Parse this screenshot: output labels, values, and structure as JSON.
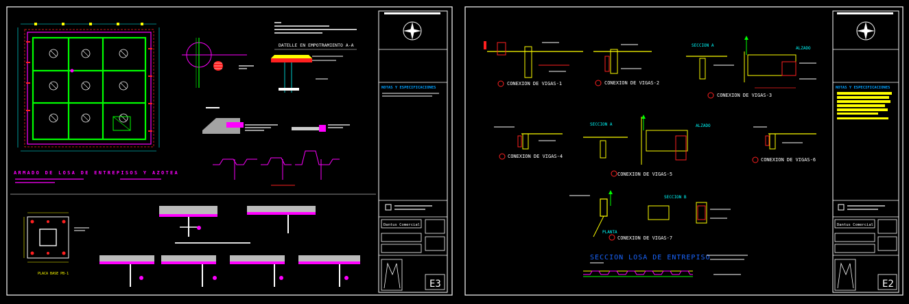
{
  "colors": {
    "background": "#000000",
    "frame": "#ffffff",
    "divider": "#bdbdbd",
    "rebar_red": "#ff2020",
    "slab_magenta": "#ff00ff",
    "beam_green": "#00ff00",
    "concrete_yellow": "#ffff00",
    "dim_cyan": "#00ffff",
    "note_cyan": "#00a0ff",
    "notes_yellow": "#ffff00",
    "label_white": "#ffffff",
    "section_blue": "#1a66ff"
  },
  "sheet_left": {
    "plan_title": "ARMADO DE LOSA DE ENTREPISOS Y AZOTEA",
    "detail_title": "DATELLE EN EMPOTRAMIENTO  A-A",
    "base_plate_title": "PLACA BASE PB-1",
    "title_block": {
      "notes_header": "NOTAS Y ESPECIFICACIONES",
      "client_label": "Dantus Comercial",
      "sheet_code": "E3"
    }
  },
  "sheet_right": {
    "connections": [
      "CONEXION DE VIGAS-1",
      "CONEXION DE VIGAS-2",
      "CONEXION DE VIGAS-3",
      "CONEXION DE VIGAS-4",
      "CONEXION DE VIGAS-5",
      "CONEXION DE VIGAS-6",
      "CONEXION DE VIGAS-7"
    ],
    "section_labels": {
      "seccion_a_1": "SECCION A",
      "alzado_1": "ALZADO",
      "seccion_a_2": "SECCION A",
      "alzado_2": "ALZADO",
      "seccion_b": "SECCION B",
      "planta": "PLANTA"
    },
    "slab_section_title": "SECCION LOSA DE ENTREPISO",
    "title_block": {
      "notes_header": "NOTAS Y ESPECIFICACIONES",
      "client_label": "Dantus Comercial",
      "sheet_code": "E2"
    }
  }
}
